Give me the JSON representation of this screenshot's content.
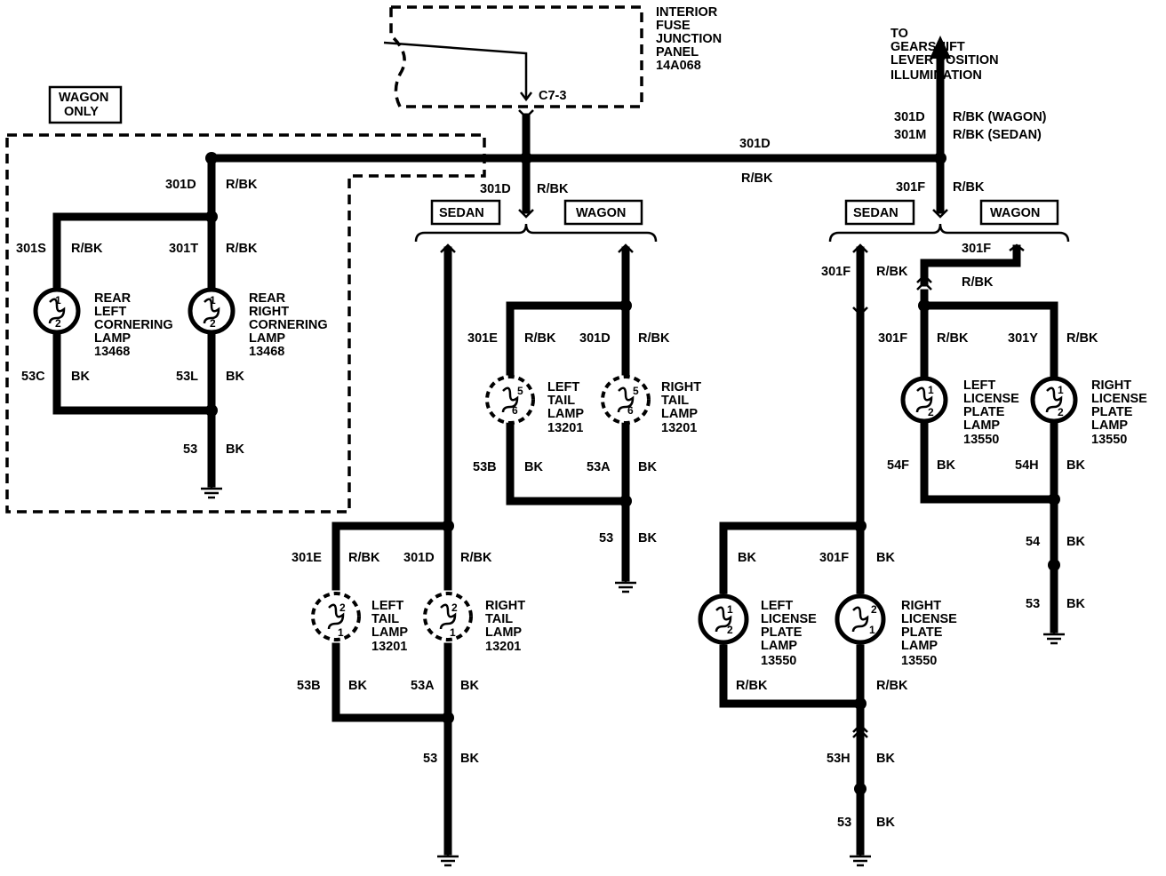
{
  "labels": [
    {
      "t": "INTERIOR",
      "k": "fuse-panel-title"
    },
    {
      "t": "FUSE",
      "k": "fuse-panel-title"
    },
    {
      "t": "JUNCTION",
      "k": "fuse-panel-title"
    },
    {
      "t": "PANEL",
      "k": "fuse-panel-title"
    },
    {
      "t": "14A068",
      "k": "fuse-panel-part"
    },
    {
      "t": "C7-3",
      "k": "connector-label"
    },
    {
      "t": "TO",
      "k": "destination-label"
    },
    {
      "t": "GEARSHIFT",
      "k": "destination-label"
    },
    {
      "t": "LEVER POSITION",
      "k": "destination-label"
    },
    {
      "t": "ILLUMINATION",
      "k": "destination-label"
    },
    {
      "t": "WAGON",
      "k": "wagon-only-label"
    },
    {
      "t": "ONLY",
      "k": "wagon-only-label"
    },
    {
      "t": "301D",
      "k": "circuit-label"
    },
    {
      "t": "R/BK (WAGON)",
      "k": "wire-color-label"
    },
    {
      "t": "301M",
      "k": "circuit-label"
    },
    {
      "t": "R/BK (SEDAN)",
      "k": "wire-color-label"
    },
    {
      "t": "301D",
      "k": "circuit-label"
    },
    {
      "t": "R/BK",
      "k": "wire-color-label"
    },
    {
      "t": "301D",
      "k": "circuit-label"
    },
    {
      "t": "R/BK",
      "k": "wire-color-label"
    },
    {
      "t": "301D",
      "k": "circuit-label"
    },
    {
      "t": "R/BK",
      "k": "wire-color-label"
    },
    {
      "t": "301F",
      "k": "circuit-label"
    },
    {
      "t": "R/BK",
      "k": "wire-color-label"
    },
    {
      "t": "SEDAN",
      "k": "variant-label"
    },
    {
      "t": "WAGON",
      "k": "variant-label"
    },
    {
      "t": "SEDAN",
      "k": "variant-label"
    },
    {
      "t": "WAGON",
      "k": "variant-label"
    },
    {
      "t": "301S",
      "k": "circuit-label"
    },
    {
      "t": "R/BK",
      "k": "wire-color-label"
    },
    {
      "t": "301T",
      "k": "circuit-label"
    },
    {
      "t": "R/BK",
      "k": "wire-color-label"
    },
    {
      "t": "REAR",
      "k": "lamp-label"
    },
    {
      "t": "LEFT",
      "k": "lamp-label"
    },
    {
      "t": "CORNERING",
      "k": "lamp-label"
    },
    {
      "t": "LAMP",
      "k": "lamp-label"
    },
    {
      "t": "13468",
      "k": "lamp-part"
    },
    {
      "t": "REAR",
      "k": "lamp-label"
    },
    {
      "t": "RIGHT",
      "k": "lamp-label"
    },
    {
      "t": "CORNERING",
      "k": "lamp-label"
    },
    {
      "t": "LAMP",
      "k": "lamp-label"
    },
    {
      "t": "13468",
      "k": "lamp-part"
    },
    {
      "t": "53C",
      "k": "circuit-label"
    },
    {
      "t": "BK",
      "k": "wire-color-label"
    },
    {
      "t": "53L",
      "k": "circuit-label"
    },
    {
      "t": "BK",
      "k": "wire-color-label"
    },
    {
      "t": "53",
      "k": "circuit-label"
    },
    {
      "t": "BK",
      "k": "wire-color-label"
    },
    {
      "t": "301E",
      "k": "circuit-label"
    },
    {
      "t": "R/BK",
      "k": "wire-color-label"
    },
    {
      "t": "301D",
      "k": "circuit-label"
    },
    {
      "t": "R/BK",
      "k": "wire-color-label"
    },
    {
      "t": "LEFT",
      "k": "lamp-label"
    },
    {
      "t": "TAIL",
      "k": "lamp-label"
    },
    {
      "t": "LAMP",
      "k": "lamp-label"
    },
    {
      "t": "13201",
      "k": "lamp-part"
    },
    {
      "t": "RIGHT",
      "k": "lamp-label"
    },
    {
      "t": "TAIL",
      "k": "lamp-label"
    },
    {
      "t": "LAMP",
      "k": "lamp-label"
    },
    {
      "t": "13201",
      "k": "lamp-part"
    },
    {
      "t": "53B",
      "k": "circuit-label"
    },
    {
      "t": "BK",
      "k": "wire-color-label"
    },
    {
      "t": "53A",
      "k": "circuit-label"
    },
    {
      "t": "BK",
      "k": "wire-color-label"
    },
    {
      "t": "53",
      "k": "circuit-label"
    },
    {
      "t": "BK",
      "k": "wire-color-label"
    },
    {
      "t": "301E",
      "k": "circuit-label"
    },
    {
      "t": "R/BK",
      "k": "wire-color-label"
    },
    {
      "t": "301D",
      "k": "circuit-label"
    },
    {
      "t": "R/BK",
      "k": "wire-color-label"
    },
    {
      "t": "LEFT",
      "k": "lamp-label"
    },
    {
      "t": "TAIL",
      "k": "lamp-label"
    },
    {
      "t": "LAMP",
      "k": "lamp-label"
    },
    {
      "t": "13201",
      "k": "lamp-part"
    },
    {
      "t": "RIGHT",
      "k": "lamp-label"
    },
    {
      "t": "TAIL",
      "k": "lamp-label"
    },
    {
      "t": "LAMP",
      "k": "lamp-label"
    },
    {
      "t": "13201",
      "k": "lamp-part"
    },
    {
      "t": "53B",
      "k": "circuit-label"
    },
    {
      "t": "BK",
      "k": "wire-color-label"
    },
    {
      "t": "53A",
      "k": "circuit-label"
    },
    {
      "t": "BK",
      "k": "wire-color-label"
    },
    {
      "t": "53",
      "k": "circuit-label"
    },
    {
      "t": "BK",
      "k": "wire-color-label"
    },
    {
      "t": "301F",
      "k": "circuit-label"
    },
    {
      "t": "R/BK",
      "k": "wire-color-label"
    },
    {
      "t": "BK",
      "k": "wire-color-label"
    },
    {
      "t": "301F",
      "k": "circuit-label"
    },
    {
      "t": "BK",
      "k": "wire-color-label"
    },
    {
      "t": "LEFT",
      "k": "lamp-label"
    },
    {
      "t": "LICENSE",
      "k": "lamp-label"
    },
    {
      "t": "PLATE",
      "k": "lamp-label"
    },
    {
      "t": "LAMP",
      "k": "lamp-label"
    },
    {
      "t": "13550",
      "k": "lamp-part"
    },
    {
      "t": "RIGHT",
      "k": "lamp-label"
    },
    {
      "t": "LICENSE",
      "k": "lamp-label"
    },
    {
      "t": "PLATE",
      "k": "lamp-label"
    },
    {
      "t": "LAMP",
      "k": "lamp-label"
    },
    {
      "t": "13550",
      "k": "lamp-part"
    },
    {
      "t": "R/BK",
      "k": "wire-color-label"
    },
    {
      "t": "R/BK",
      "k": "wire-color-label"
    },
    {
      "t": "53H",
      "k": "circuit-label"
    },
    {
      "t": "BK",
      "k": "wire-color-label"
    },
    {
      "t": "53",
      "k": "circuit-label"
    },
    {
      "t": "BK",
      "k": "wire-color-label"
    },
    {
      "t": "301F",
      "k": "circuit-label"
    },
    {
      "t": "R/BK",
      "k": "wire-color-label"
    },
    {
      "t": "301F",
      "k": "circuit-label"
    },
    {
      "t": "R/BK",
      "k": "wire-color-label"
    },
    {
      "t": "301Y",
      "k": "circuit-label"
    },
    {
      "t": "R/BK",
      "k": "wire-color-label"
    },
    {
      "t": "LEFT",
      "k": "lamp-label"
    },
    {
      "t": "LICENSE",
      "k": "lamp-label"
    },
    {
      "t": "PLATE",
      "k": "lamp-label"
    },
    {
      "t": "LAMP",
      "k": "lamp-label"
    },
    {
      "t": "13550",
      "k": "lamp-part"
    },
    {
      "t": "RIGHT",
      "k": "lamp-label"
    },
    {
      "t": "LICENSE",
      "k": "lamp-label"
    },
    {
      "t": "PLATE",
      "k": "lamp-label"
    },
    {
      "t": "LAMP",
      "k": "lamp-label"
    },
    {
      "t": "13550",
      "k": "lamp-part"
    },
    {
      "t": "54F",
      "k": "circuit-label"
    },
    {
      "t": "BK",
      "k": "wire-color-label"
    },
    {
      "t": "54H",
      "k": "circuit-label"
    },
    {
      "t": "BK",
      "k": "wire-color-label"
    },
    {
      "t": "54",
      "k": "circuit-label"
    },
    {
      "t": "BK",
      "k": "wire-color-label"
    },
    {
      "t": "53",
      "k": "circuit-label"
    },
    {
      "t": "BK",
      "k": "wire-color-label"
    },
    {
      "t": "1",
      "k": "pin-number"
    },
    {
      "t": "2",
      "k": "pin-number"
    },
    {
      "t": "1",
      "k": "pin-number"
    },
    {
      "t": "2",
      "k": "pin-number"
    },
    {
      "t": "5",
      "k": "pin-number"
    },
    {
      "t": "6",
      "k": "pin-number"
    },
    {
      "t": "5",
      "k": "pin-number"
    },
    {
      "t": "6",
      "k": "pin-number"
    },
    {
      "t": "2",
      "k": "pin-number"
    },
    {
      "t": "1",
      "k": "pin-number"
    },
    {
      "t": "2",
      "k": "pin-number"
    },
    {
      "t": "1",
      "k": "pin-number"
    },
    {
      "t": "1",
      "k": "pin-number"
    },
    {
      "t": "2",
      "k": "pin-number"
    },
    {
      "t": "2",
      "k": "pin-number"
    },
    {
      "t": "1",
      "k": "pin-number"
    },
    {
      "t": "1",
      "k": "pin-number"
    },
    {
      "t": "2",
      "k": "pin-number"
    },
    {
      "t": "1",
      "k": "pin-number"
    },
    {
      "t": "2",
      "k": "pin-number"
    }
  ]
}
